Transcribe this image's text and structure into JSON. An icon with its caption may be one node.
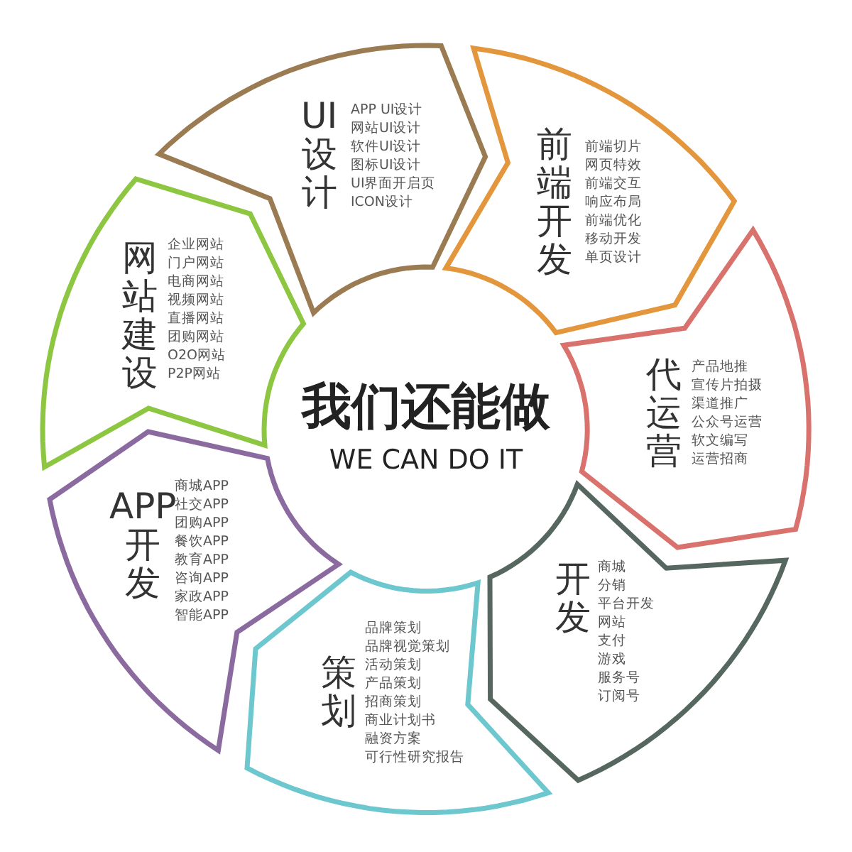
{
  "diagram": {
    "title": "我们还能做",
    "nodes": [
      {
        "text": [
          "UI设计",
          "APP UI设计",
          "网站UI设计",
          "软件UI设计",
          "图标UI设计",
          "UI界面开启页",
          "ICON设计"
        ]
      },
      {
        "text": [
          "前端开发",
          "前端切片",
          "网页特效",
          "前端交互",
          "响应布局",
          "前端优化",
          "移动开发",
          "单页设计"
        ]
      },
      {
        "text": [
          "代运营",
          "产品地推",
          "宣传片拍摄",
          "渠道推广",
          "公众号运营",
          "软文编写",
          "运营招商"
        ]
      },
      {
        "text": [
          "开发",
          "商城",
          "分销",
          "平台开发",
          "网站",
          "支付",
          "游戏",
          "服务号",
          "订阅号"
        ]
      },
      {
        "text": [
          "策划",
          "品牌策划",
          "品牌视觉策划",
          "活动策划",
          "产品策划",
          "招商策划",
          "商业计划书",
          "融资方案",
          "可行性研究报告"
        ]
      },
      {
        "text": [
          "APP开发",
          "商城APP",
          "社交APP",
          "团购APP",
          "餐饮APP",
          "教育APP",
          "咨询APP",
          "家政APP",
          "智能APP"
        ]
      },
      {
        "text": [
          "网站建设",
          "企业网站",
          "门户网站",
          "电商网站",
          "视频网站",
          "直播网站",
          "团购网站",
          "O2O网站",
          "P2P网站"
        ]
      }
    ],
    "labels": [
      "WE CAN DO IT"
    ]
  }
}
